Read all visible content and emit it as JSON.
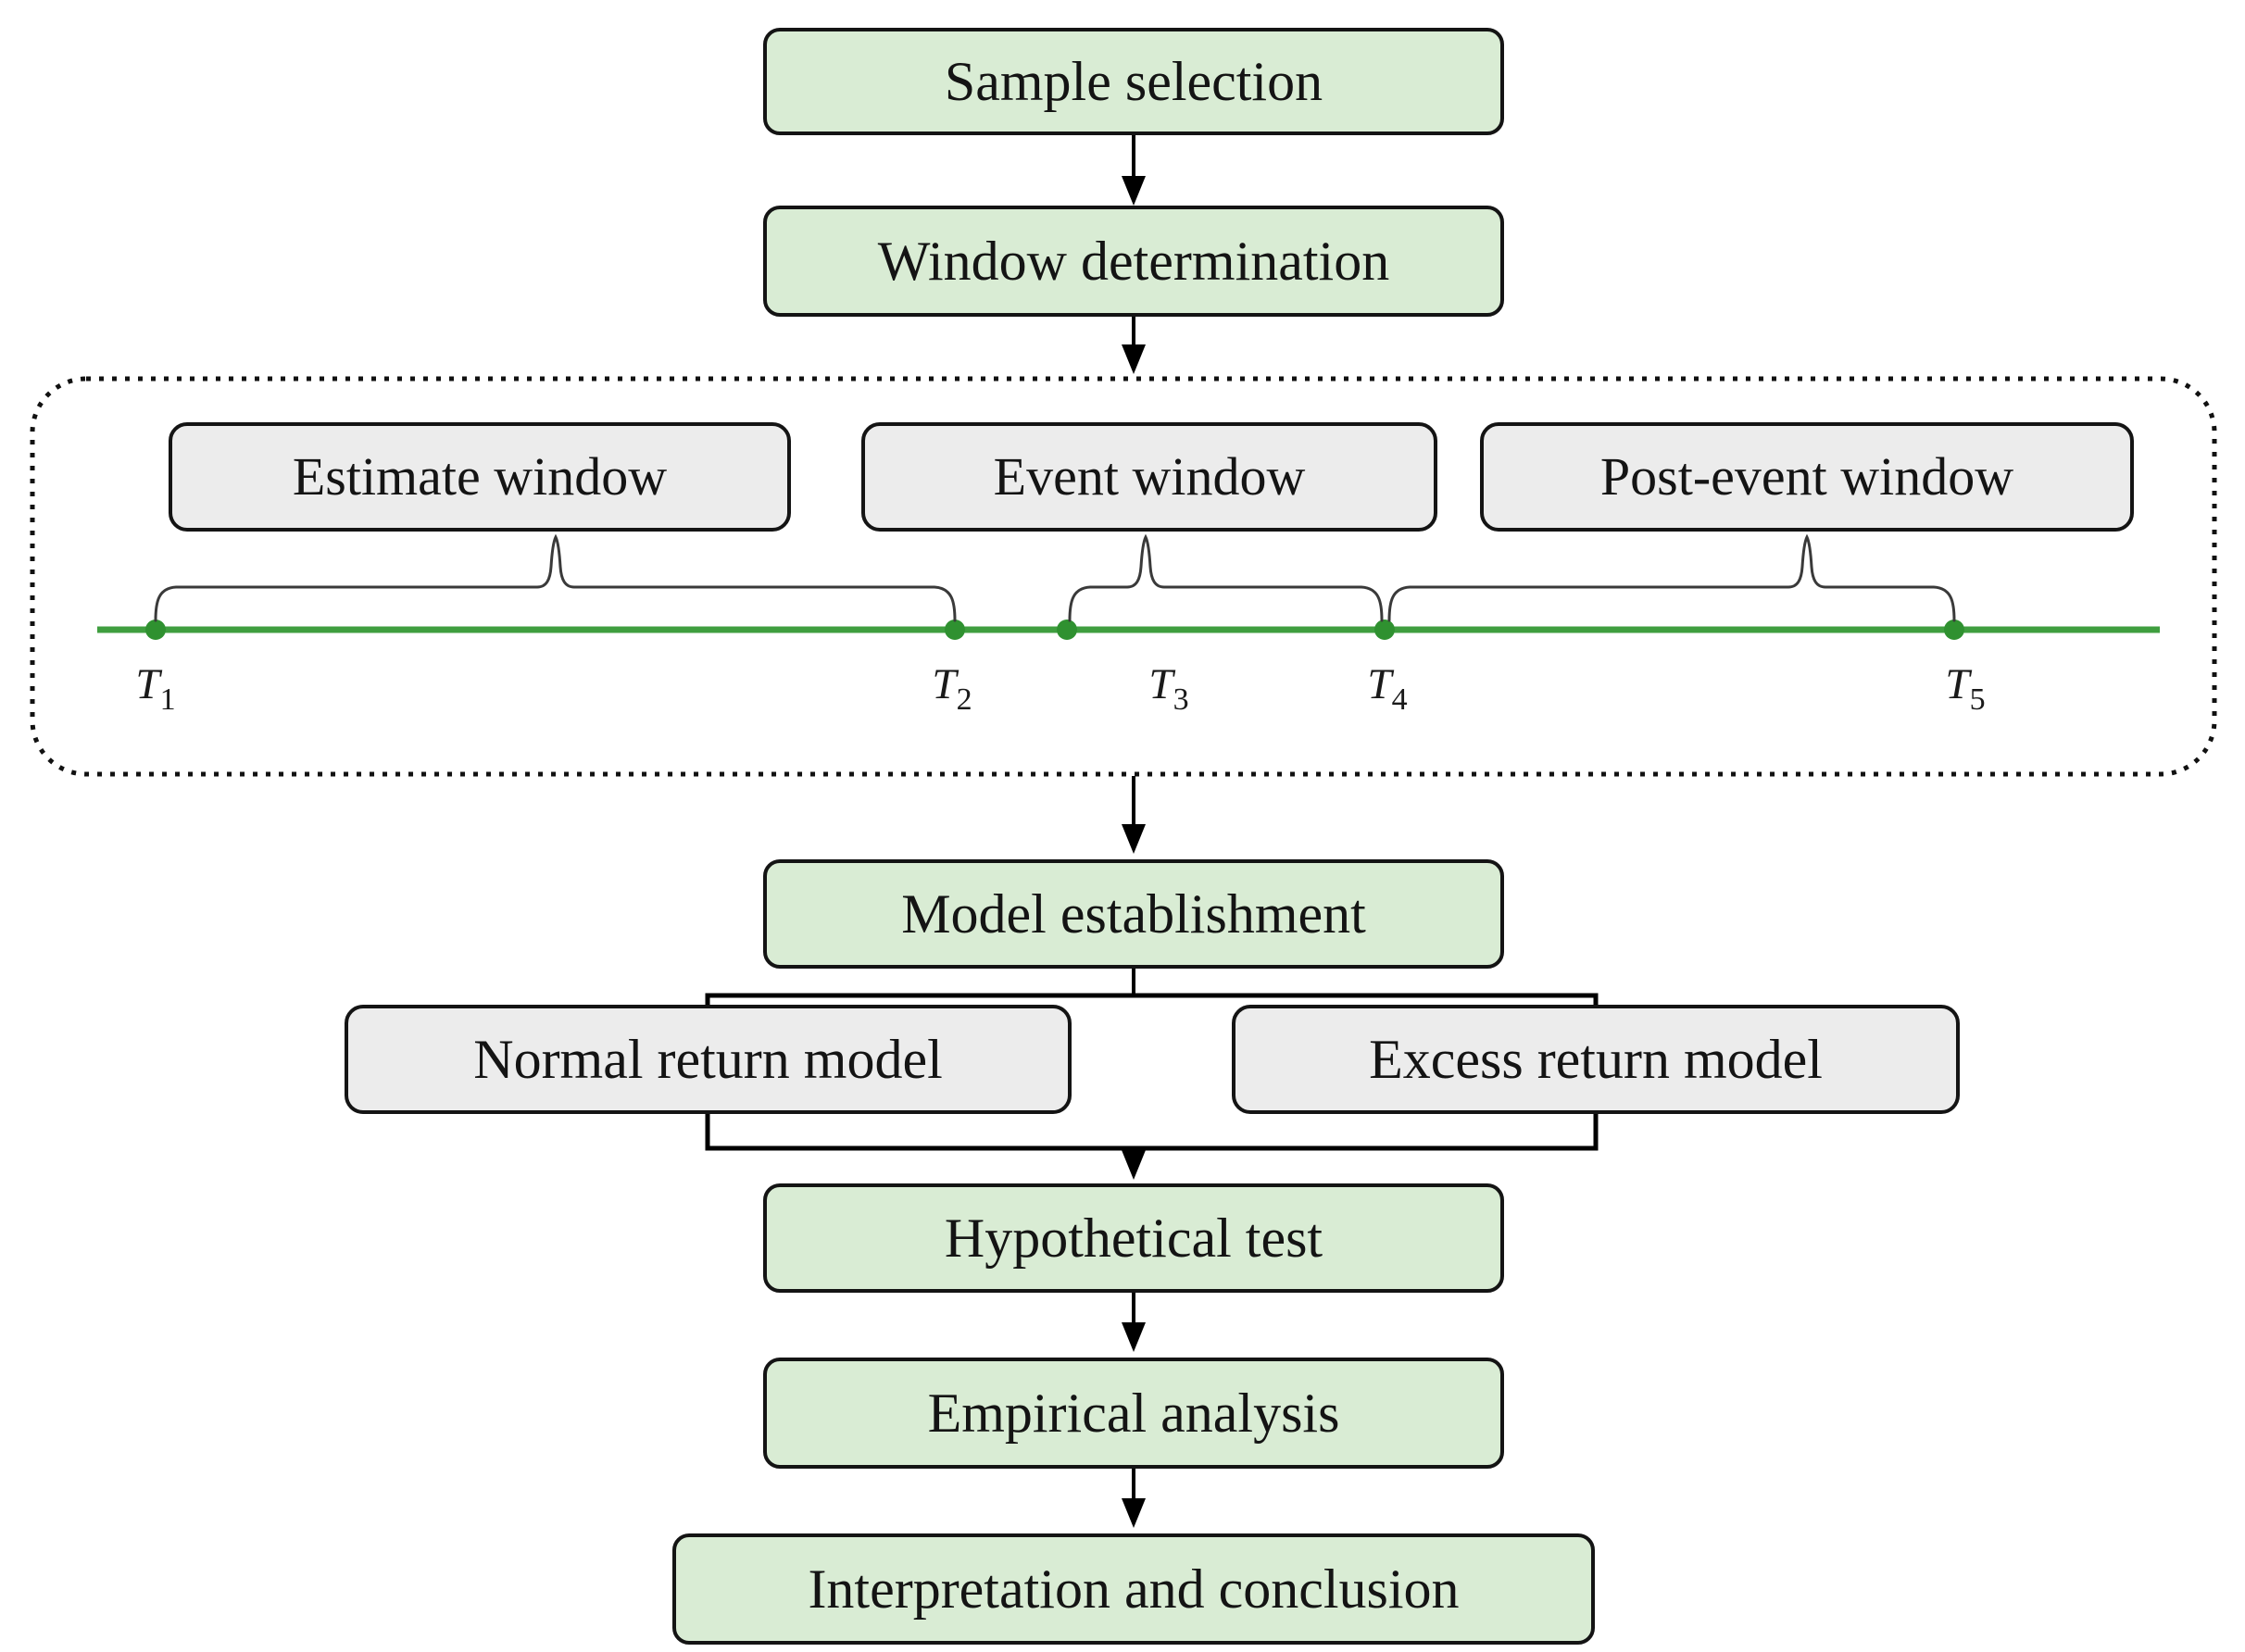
{
  "diagram": {
    "process_nodes": [
      {
        "id": "sample-selection",
        "label": "Sample selection"
      },
      {
        "id": "window-determination",
        "label": "Window determination"
      },
      {
        "id": "model-establishment",
        "label": "Model establishment"
      },
      {
        "id": "hypothetical-test",
        "label": "Hypothetical test"
      },
      {
        "id": "empirical-analysis",
        "label": "Empirical analysis"
      },
      {
        "id": "interpretation-conclusion",
        "label": "Interpretation and conclusion"
      }
    ],
    "window_nodes": [
      {
        "id": "estimate-window",
        "label": "Estimate window"
      },
      {
        "id": "event-window",
        "label": "Event window"
      },
      {
        "id": "post-event-window",
        "label": "Post-event window"
      }
    ],
    "model_nodes": [
      {
        "id": "normal-return-model",
        "label": "Normal return model"
      },
      {
        "id": "excess-return-model",
        "label": "Excess return model"
      }
    ],
    "timeline": {
      "points": [
        {
          "base": "T",
          "sub": "1"
        },
        {
          "base": "T",
          "sub": "2"
        },
        {
          "base": "T",
          "sub": "3"
        },
        {
          "base": "T",
          "sub": "4"
        },
        {
          "base": "T",
          "sub": "5"
        }
      ]
    },
    "colors": {
      "process_fill": "#d9ecd4",
      "window_fill": "#ececec",
      "border": "#141414",
      "arrow": "#000000",
      "brace": "#3a3a3a",
      "dotted_border": "#111111",
      "timeline_line": "#3f9e3f",
      "timeline_dot": "#2f9130"
    }
  }
}
